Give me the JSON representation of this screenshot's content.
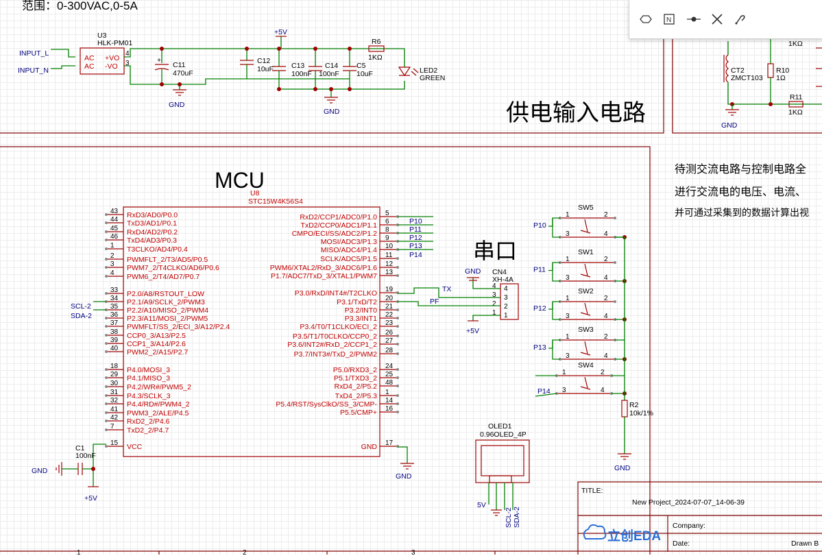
{
  "range_note": "范围：0-300VAC,0-5A",
  "sections": {
    "power_title": "供电输入电路",
    "mcu_title": "MCU",
    "serial_title": "串口"
  },
  "description": [
    "待测交流电路与控制电路全",
    "进行交流电的电压、电流、",
    "并可通过采集到的数据计算出视"
  ],
  "power": {
    "u3_ref": "U3",
    "u3_part": "HLK-PM01",
    "input_l": "INPUT_L",
    "input_n": "INPUT_N",
    "pins": [
      "AC",
      "AC",
      "+VO",
      "-VO"
    ],
    "pin_nums": [
      "4",
      "3"
    ],
    "c11": "C11",
    "c11_val": "470uF",
    "c12": "C12",
    "c12_val": "10uF",
    "c13": "C13",
    "c13_val": "100nF",
    "c14": "C14",
    "c14_val": "100nF",
    "c5": "C5",
    "c5_val": "10uF",
    "r6": "R6",
    "r6_val": "1KΩ",
    "led2": "LED2",
    "led2_val": "GREEN",
    "vcc": "+5V",
    "gnd": "GND"
  },
  "sense": {
    "ct2": "CT2",
    "ct2_part": "ZMCT103",
    "r10": "R10",
    "r10_val": "1Ω",
    "r11": "R11",
    "r11_val": "1KΩ",
    "r_top_val": "1KΩ",
    "gnd": "GND"
  },
  "mcu": {
    "ref": "U8",
    "part": "STC15W4K56S4",
    "left_pins": [
      {
        "num": "43",
        "name": "RxD3/AD0/P0.0"
      },
      {
        "num": "44",
        "name": "TxD3/AD1/P0.1"
      },
      {
        "num": "45",
        "name": "RxD4/AD2/P0.2"
      },
      {
        "num": "46",
        "name": "TxD4/AD3/P0.3"
      },
      {
        "num": "1",
        "name": "T3CLKO/AD4/P0.4"
      },
      {
        "num": "2",
        "name": "PWMFLT_2/T3/AD5/P0.5"
      },
      {
        "num": "3",
        "name": "PWM7_2/T4CLKO/AD6/P0.6"
      },
      {
        "num": "4",
        "name": "PWM6_2/T4/AD7/P0.7"
      },
      {
        "num": "33",
        "name": "P2.0/A8/RSTOUT_LOW"
      },
      {
        "num": "34",
        "name": "P2.1/A9/SCLK_2/PWM3"
      },
      {
        "num": "35",
        "name": "P2.2/A10/MISO_2/PWM4"
      },
      {
        "num": "36",
        "name": "P2.3/A11/MOSI_2/PWM5"
      },
      {
        "num": "37",
        "name": "PWMFLT/SS_2/ECI_3/A12/P2.4"
      },
      {
        "num": "38",
        "name": "CCP0_3/A13/P2.5"
      },
      {
        "num": "39",
        "name": "CCP1_3/A14/P2.6"
      },
      {
        "num": "40",
        "name": "PWM2_2/A15/P2.7"
      },
      {
        "num": "18",
        "name": "P4.0/MOSI_3"
      },
      {
        "num": "29",
        "name": "P4.1/MISO_3"
      },
      {
        "num": "30",
        "name": "P4.2/WR#/PWM5_2"
      },
      {
        "num": "31",
        "name": "P4.3/SCLK_3"
      },
      {
        "num": "32",
        "name": "P4.4/RD#/PWM4_2"
      },
      {
        "num": "41",
        "name": "PWM3_2/ALE/P4.5"
      },
      {
        "num": "42",
        "name": "RxD2_2/P4.6"
      },
      {
        "num": "7",
        "name": "TxD2_2/P4.7"
      },
      {
        "num": "15",
        "name": "VCC"
      }
    ],
    "right_pins": [
      {
        "num": "5",
        "name": "RxD2/CCP1/ADC0/P1.0"
      },
      {
        "num": "6",
        "name": "TxD2/CCP0/ADC1/P1.1"
      },
      {
        "num": "8",
        "name": "CMPO/ECI/SS/ADC2/P1.2"
      },
      {
        "num": "9",
        "name": "MOSI/ADC3/P1.3"
      },
      {
        "num": "10",
        "name": "MISO/ADC4/P1.4"
      },
      {
        "num": "11",
        "name": "SCLK/ADC5/P1.5"
      },
      {
        "num": "12",
        "name": "PWM6/XTAL2/RxD_3/ADC6/P1.6"
      },
      {
        "num": "13",
        "name": "P1.7/ADC7/TxD_3/XTAL1/PWM7"
      },
      {
        "num": "19",
        "name": "P3.0/RxD/INT4#/T2CLKO"
      },
      {
        "num": "20",
        "name": "P3.1/TxD/T2"
      },
      {
        "num": "21",
        "name": "P3.2/INT0"
      },
      {
        "num": "22",
        "name": "P3.3/INT1"
      },
      {
        "num": "23",
        "name": "P3.4/T0/T1CLKO/ECI_2"
      },
      {
        "num": "26",
        "name": "P3.5/T1/T0CLKO/CCP0_2"
      },
      {
        "num": "27",
        "name": "P3.6/INT2#/RxD_2/CCP1_2"
      },
      {
        "num": "28",
        "name": "P3.7/INT3#/TxD_2/PWM2"
      },
      {
        "num": "24",
        "name": "P5.0/RXD3_2"
      },
      {
        "num": "25",
        "name": "P5.1/TXD3_2"
      },
      {
        "num": "48",
        "name": "RxD4_2/P5.2"
      },
      {
        "num": "1",
        "name": "TxD4_2/P5.3"
      },
      {
        "num": "14",
        "name": "P5.4/RST/SysClkO/SS_3/CMP-"
      },
      {
        "num": "16",
        "name": "P5.5/CMP+"
      },
      {
        "num": "17",
        "name": "GND"
      }
    ],
    "nets_right": [
      "P10",
      "P11",
      "P12",
      "P13",
      "P14"
    ],
    "scl": "SCL-2",
    "sda": "SDA-2",
    "c1": "C1",
    "c1_val": "100nF",
    "gnd": "GND",
    "vcc": "+5V"
  },
  "serial": {
    "ref": "CN4",
    "part": "XH-4A",
    "tx": "TX",
    "pf": "PF",
    "pins": [
      "4",
      "3",
      "2",
      "1"
    ],
    "gnd": "GND",
    "vcc": "+5V"
  },
  "switches": {
    "items": [
      {
        "ref": "SW5",
        "net": "P10"
      },
      {
        "ref": "SW1",
        "net": "P11"
      },
      {
        "ref": "SW2",
        "net": "P12"
      },
      {
        "ref": "SW3",
        "net": "P13"
      },
      {
        "ref": "SW4",
        "net": "P14"
      }
    ],
    "pin_labels": [
      "1",
      "2",
      "3",
      "4"
    ],
    "r2": "R2",
    "r2_val": "10k/1%",
    "gnd": "GND"
  },
  "oled": {
    "ref": "OLED1",
    "part": "0.96OLED_4P",
    "nets": [
      "5V",
      "SCL-2",
      "SDA-2"
    ]
  },
  "title_block": {
    "title_label": "TITLE:",
    "title_value": "New Project_2024-07-07_14-06-39",
    "company_label": "Company:",
    "date_label": "Date:",
    "drawn_label": "Drawn B",
    "logo_text": "立创EDA"
  },
  "toolbar": {
    "icons": [
      "netport-icon",
      "netlabel-icon",
      "junction-icon",
      "no-connect-icon",
      "wire-tool-icon"
    ]
  },
  "colors": {
    "wire": "#008000",
    "symbol": "#a00000",
    "pin_text": "#c00000",
    "net_text": "#000080",
    "frame": "#800000",
    "logo": "#2b6fd6"
  },
  "ruler": [
    "1",
    "2",
    "3"
  ]
}
